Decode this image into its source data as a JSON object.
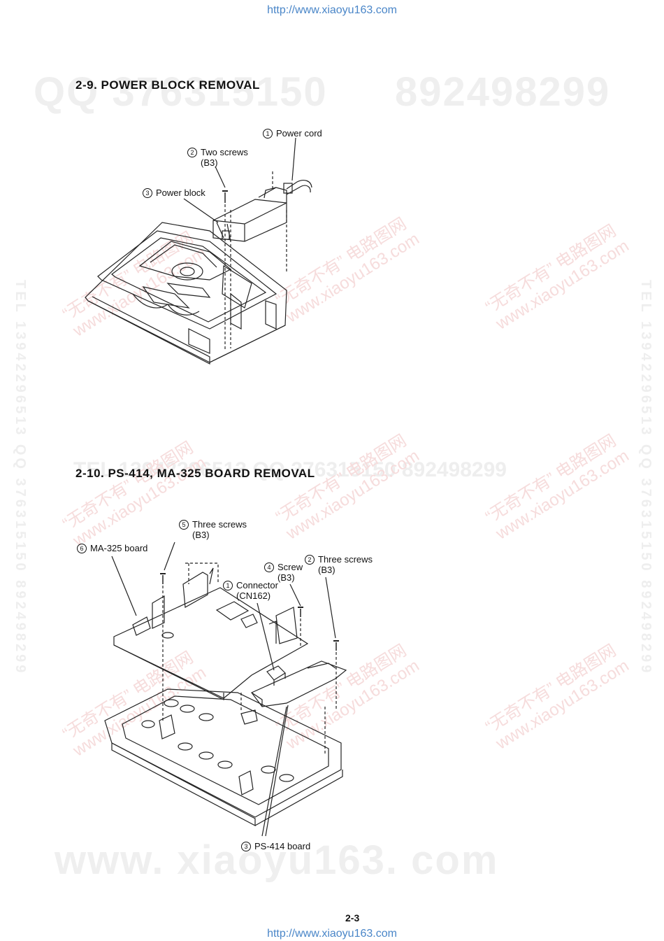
{
  "header_url": "http://www.xiaoyu163.com",
  "footer_url": "http://www.xiaoyu163.com",
  "watermarks": {
    "qq_top": "QQ 376315150",
    "qq_top_right": "892498299",
    "qq_mid": "TEL 13942296513  QQ 376315150  892498299",
    "bottom": "www. xiaoyu163. com",
    "vertical_left": "TEL 13942296513 QQ 376315150 892498299",
    "vertical_right": "TEL 13942296513 QQ 376315150 892498299",
    "diag_line1": "“无奇不有” 电路图网",
    "diag_line2": "www.xiaoyu163.com"
  },
  "section1": {
    "title": "2-9.   POWER  BLOCK  REMOVAL",
    "labels": [
      {
        "num": "1",
        "text": "Power cord"
      },
      {
        "num": "2",
        "text": "Two screws",
        "sub": "(B3)"
      },
      {
        "num": "3",
        "text": "Power block"
      }
    ]
  },
  "section2": {
    "title": "2-10. PS-414,  MA-325  BOARD  REMOVAL",
    "labels": [
      {
        "num": "5",
        "text": "Three screws",
        "sub": "(B3)"
      },
      {
        "num": "6",
        "text": "MA-325 board"
      },
      {
        "num": "4",
        "text": "Screw",
        "sub": "(B3)"
      },
      {
        "num": "2",
        "text": "Three screws",
        "sub": "(B3)"
      },
      {
        "num": "1",
        "text": "Connector",
        "sub": "(CN162)"
      },
      {
        "num": "3",
        "text": "PS-414 board"
      }
    ]
  },
  "page_number": "2-3"
}
